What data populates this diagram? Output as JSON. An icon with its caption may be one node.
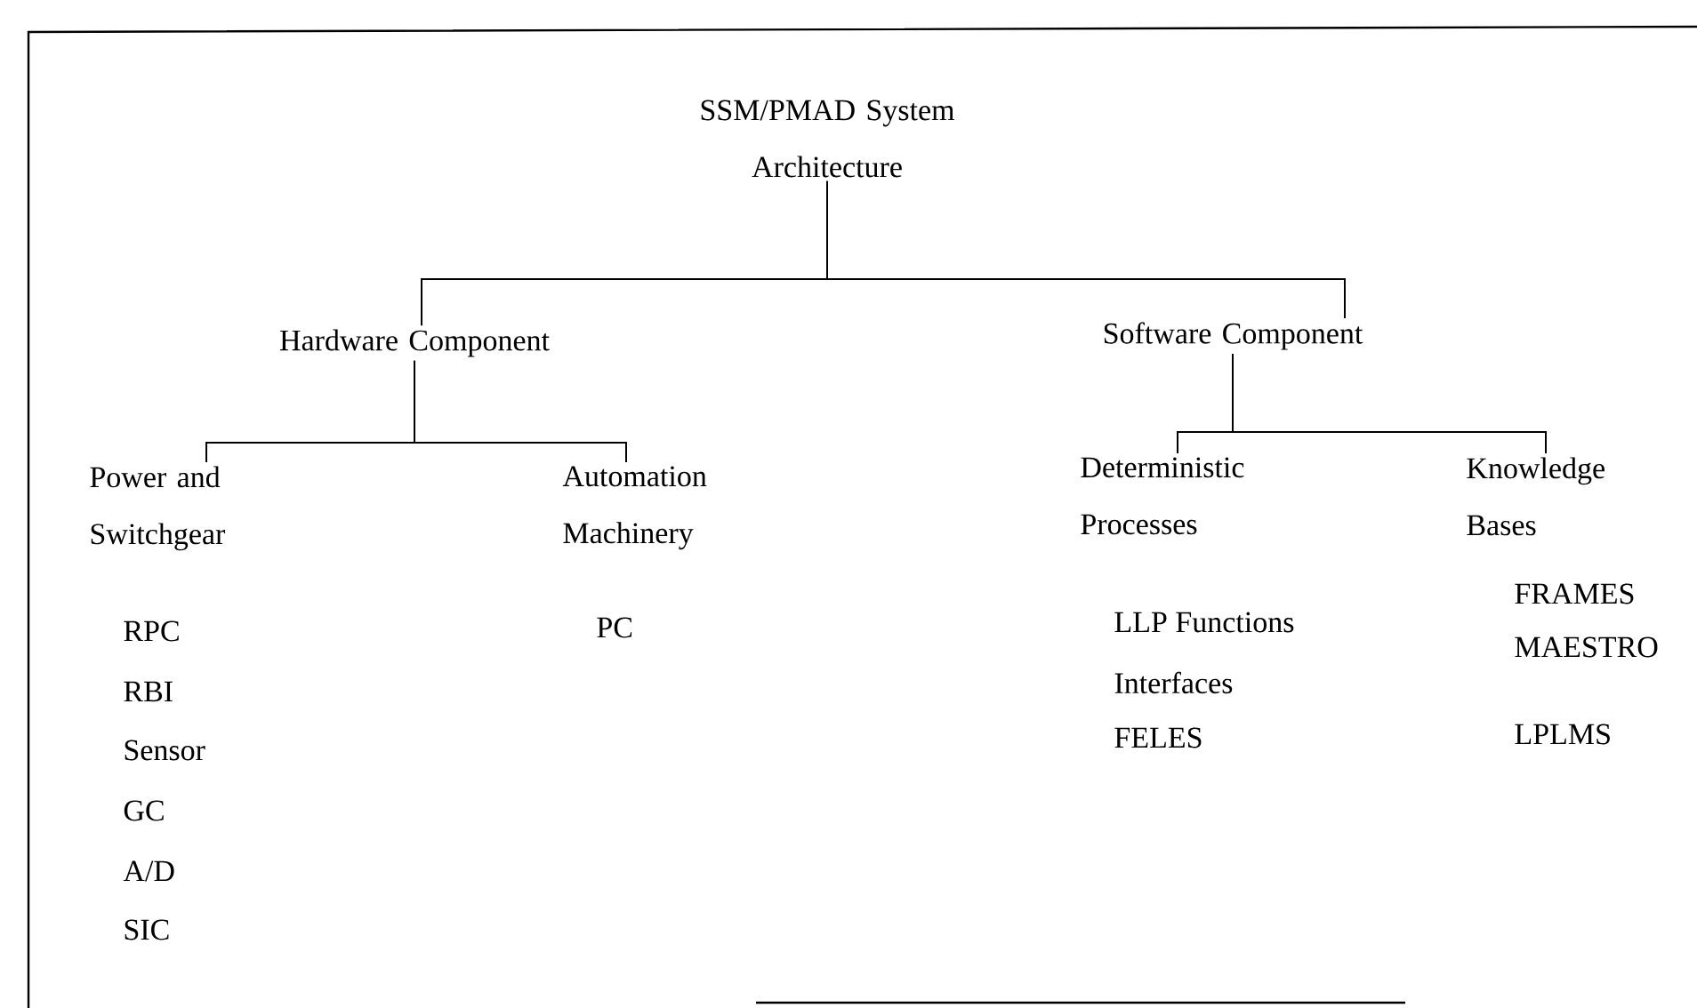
{
  "diagram": {
    "nodes": [
      {
        "text": [
          "SSM/PMAD System Architecture"
        ]
      },
      {
        "text": [
          "Hardware Component"
        ]
      },
      {
        "text": [
          "Software Component"
        ]
      },
      {
        "text": [
          "Power and Switchgear"
        ],
        "beside": [
          "RPC",
          "RBI",
          "Sensor",
          "GC",
          "A/D",
          "SIC"
        ]
      },
      {
        "text": [
          "Automation Machinery"
        ],
        "beside": [
          "PC"
        ]
      },
      {
        "text": [
          "Deterministic Processes"
        ],
        "beside": [
          "LLP Functions",
          "Interfaces",
          "FELES"
        ]
      },
      {
        "text": [
          "Knowledge Bases"
        ],
        "beside": [
          "FRAMES",
          "MAESTRO",
          "LPLMS"
        ]
      }
    ],
    "edges": [
      {
        "from": 0,
        "to": 1,
        "arrow": "none"
      },
      {
        "from": 0,
        "to": 2,
        "arrow": "none"
      },
      {
        "from": 1,
        "to": 3,
        "arrow": "none"
      },
      {
        "from": 1,
        "to": 4,
        "arrow": "none"
      },
      {
        "from": 2,
        "to": 5,
        "arrow": "none"
      },
      {
        "from": 2,
        "to": 6,
        "arrow": "none"
      }
    ]
  }
}
